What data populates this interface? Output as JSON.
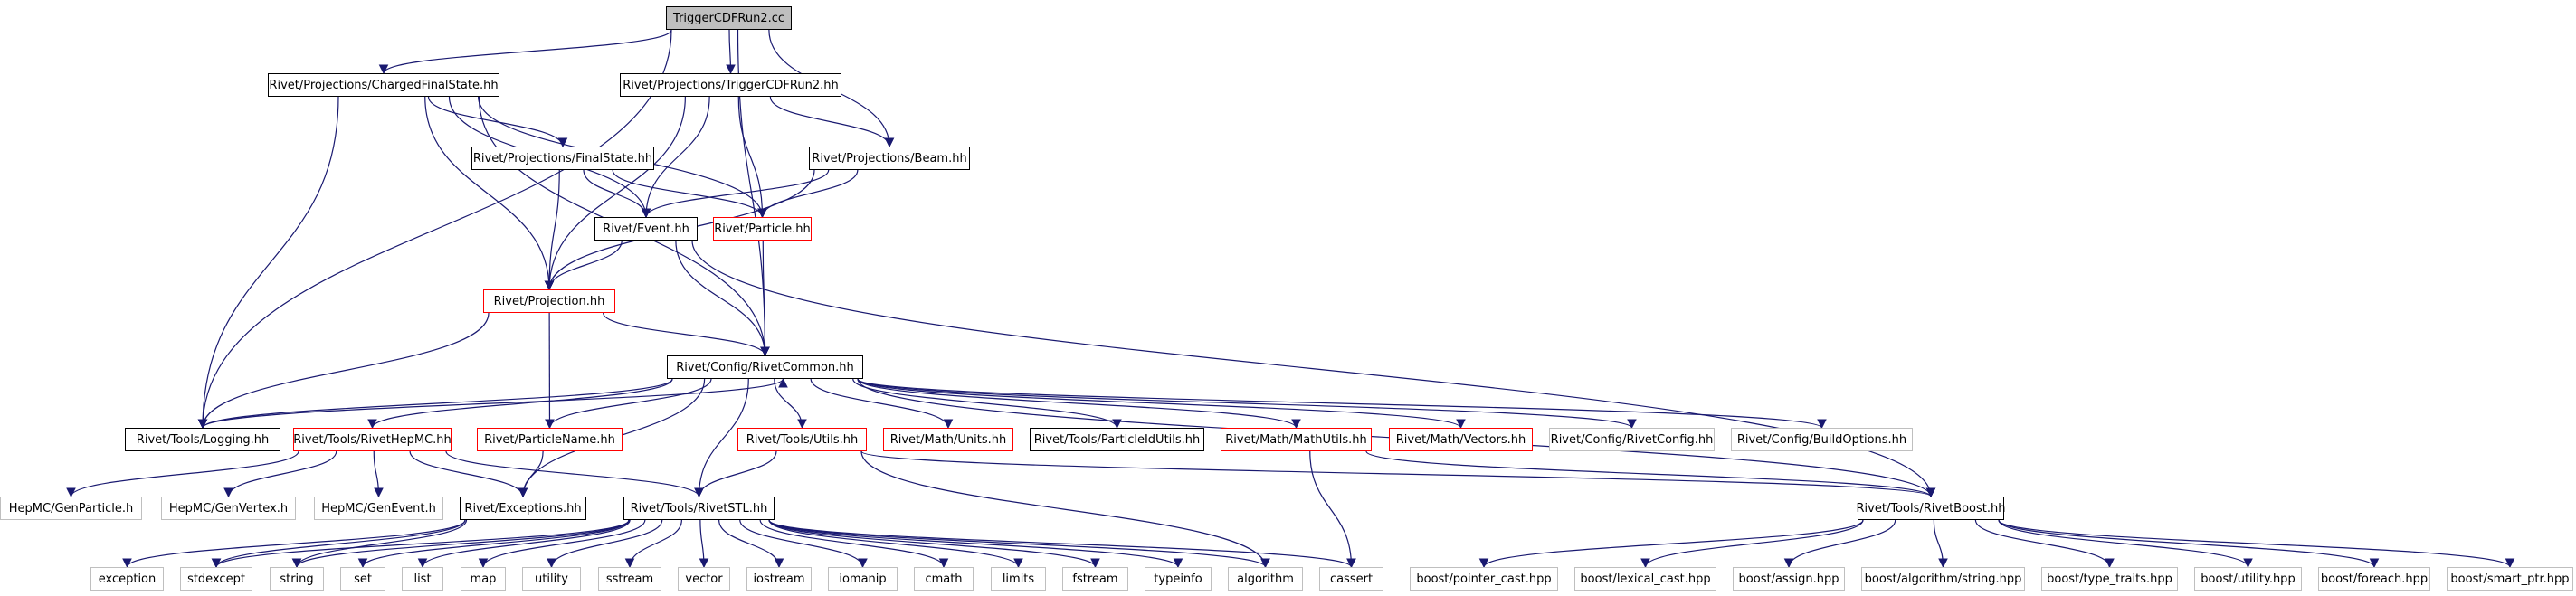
{
  "title": "TriggerCDFRun2.cc",
  "colors": {
    "edge": "#191970",
    "black": "#000000",
    "red": "#ff0000",
    "grey": "#bfbfbf",
    "root_fill": "#bfbfbf"
  },
  "nodes": [
    {
      "id": "root",
      "label": "TriggerCDFRun2.cc",
      "style": "root"
    },
    {
      "id": "cfs",
      "label": "Rivet/Projections/ChargedFinalState.hh",
      "style": "black"
    },
    {
      "id": "tcdf",
      "label": "Rivet/Projections/TriggerCDFRun2.hh",
      "style": "black"
    },
    {
      "id": "fs",
      "label": "Rivet/Projections/FinalState.hh",
      "style": "black"
    },
    {
      "id": "beam",
      "label": "Rivet/Projections/Beam.hh",
      "style": "black"
    },
    {
      "id": "event",
      "label": "Rivet/Event.hh",
      "style": "black"
    },
    {
      "id": "particle",
      "label": "Rivet/Particle.hh",
      "style": "red"
    },
    {
      "id": "proj",
      "label": "Rivet/Projection.hh",
      "style": "red"
    },
    {
      "id": "common",
      "label": "Rivet/Config/RivetCommon.hh",
      "style": "black"
    },
    {
      "id": "logging",
      "label": "Rivet/Tools/Logging.hh",
      "style": "black"
    },
    {
      "id": "hepmc",
      "label": "Rivet/Tools/RivetHepMC.hh",
      "style": "red"
    },
    {
      "id": "pname",
      "label": "Rivet/ParticleName.hh",
      "style": "red"
    },
    {
      "id": "utils",
      "label": "Rivet/Tools/Utils.hh",
      "style": "red"
    },
    {
      "id": "units",
      "label": "Rivet/Math/Units.hh",
      "style": "red"
    },
    {
      "id": "pidutils",
      "label": "Rivet/Tools/ParticleIdUtils.hh",
      "style": "black"
    },
    {
      "id": "mathutils",
      "label": "Rivet/Math/MathUtils.hh",
      "style": "red"
    },
    {
      "id": "vectors",
      "label": "Rivet/Math/Vectors.hh",
      "style": "red"
    },
    {
      "id": "rconfig",
      "label": "Rivet/Config/RivetConfig.hh",
      "style": "grey"
    },
    {
      "id": "bopts",
      "label": "Rivet/Config/BuildOptions.hh",
      "style": "grey"
    },
    {
      "id": "genparticle",
      "label": "HepMC/GenParticle.h",
      "style": "grey"
    },
    {
      "id": "genvertex",
      "label": "HepMC/GenVertex.h",
      "style": "grey"
    },
    {
      "id": "genevent",
      "label": "HepMC/GenEvent.h",
      "style": "grey"
    },
    {
      "id": "exceptions",
      "label": "Rivet/Exceptions.hh",
      "style": "black"
    },
    {
      "id": "stl",
      "label": "Rivet/Tools/RivetSTL.hh",
      "style": "black"
    },
    {
      "id": "boost",
      "label": "Rivet/Tools/RivetBoost.hh",
      "style": "black"
    },
    {
      "id": "exception",
      "label": "exception",
      "style": "grey"
    },
    {
      "id": "stdexcept",
      "label": "stdexcept",
      "style": "grey"
    },
    {
      "id": "string",
      "label": "string",
      "style": "grey"
    },
    {
      "id": "set",
      "label": "set",
      "style": "grey"
    },
    {
      "id": "list",
      "label": "list",
      "style": "grey"
    },
    {
      "id": "map",
      "label": "map",
      "style": "grey"
    },
    {
      "id": "utility",
      "label": "utility",
      "style": "grey"
    },
    {
      "id": "sstream",
      "label": "sstream",
      "style": "grey"
    },
    {
      "id": "vector",
      "label": "vector",
      "style": "grey"
    },
    {
      "id": "iostream",
      "label": "iostream",
      "style": "grey"
    },
    {
      "id": "iomanip",
      "label": "iomanip",
      "style": "grey"
    },
    {
      "id": "cmath",
      "label": "cmath",
      "style": "grey"
    },
    {
      "id": "limits",
      "label": "limits",
      "style": "grey"
    },
    {
      "id": "fstream",
      "label": "fstream",
      "style": "grey"
    },
    {
      "id": "typeinfo",
      "label": "typeinfo",
      "style": "grey"
    },
    {
      "id": "algorithm",
      "label": "algorithm",
      "style": "grey"
    },
    {
      "id": "cassert",
      "label": "cassert",
      "style": "grey"
    },
    {
      "id": "b_ptrcast",
      "label": "boost/pointer_cast.hpp",
      "style": "grey"
    },
    {
      "id": "b_lexcast",
      "label": "boost/lexical_cast.hpp",
      "style": "grey"
    },
    {
      "id": "b_assign",
      "label": "boost/assign.hpp",
      "style": "grey"
    },
    {
      "id": "b_algstr",
      "label": "boost/algorithm/string.hpp",
      "style": "grey"
    },
    {
      "id": "b_typetraits",
      "label": "boost/type_traits.hpp",
      "style": "grey"
    },
    {
      "id": "b_utility",
      "label": "boost/utility.hpp",
      "style": "grey"
    },
    {
      "id": "b_foreach",
      "label": "boost/foreach.hpp",
      "style": "grey"
    },
    {
      "id": "b_smartptr",
      "label": "boost/smart_ptr.hpp",
      "style": "grey"
    }
  ],
  "edges": [
    [
      "root",
      "cfs"
    ],
    [
      "root",
      "tcdf"
    ],
    [
      "root",
      "beam"
    ],
    [
      "root",
      "logging"
    ],
    [
      "root",
      "common"
    ],
    [
      "cfs",
      "fs"
    ],
    [
      "cfs",
      "event"
    ],
    [
      "cfs",
      "particle"
    ],
    [
      "cfs",
      "proj"
    ],
    [
      "cfs",
      "common"
    ],
    [
      "cfs",
      "logging"
    ],
    [
      "tcdf",
      "beam"
    ],
    [
      "tcdf",
      "event"
    ],
    [
      "tcdf",
      "particle"
    ],
    [
      "tcdf",
      "proj"
    ],
    [
      "fs",
      "event"
    ],
    [
      "fs",
      "particle"
    ],
    [
      "fs",
      "proj"
    ],
    [
      "beam",
      "event"
    ],
    [
      "beam",
      "particle"
    ],
    [
      "beam",
      "proj"
    ],
    [
      "event",
      "proj"
    ],
    [
      "event",
      "common"
    ],
    [
      "event",
      "boost"
    ],
    [
      "particle",
      "common"
    ],
    [
      "proj",
      "common"
    ],
    [
      "proj",
      "logging"
    ],
    [
      "proj",
      "pname"
    ],
    [
      "common",
      "logging"
    ],
    [
      "common",
      "hepmc"
    ],
    [
      "common",
      "pname"
    ],
    [
      "common",
      "utils"
    ],
    [
      "common",
      "units"
    ],
    [
      "common",
      "pidutils"
    ],
    [
      "common",
      "mathutils"
    ],
    [
      "common",
      "vectors"
    ],
    [
      "common",
      "rconfig"
    ],
    [
      "common",
      "bopts"
    ],
    [
      "common",
      "exceptions"
    ],
    [
      "common",
      "stl"
    ],
    [
      "common",
      "boost"
    ],
    [
      "logging",
      "common"
    ],
    [
      "hepmc",
      "genparticle"
    ],
    [
      "hepmc",
      "genvertex"
    ],
    [
      "hepmc",
      "genevent"
    ],
    [
      "hepmc",
      "stl"
    ],
    [
      "hepmc",
      "exceptions"
    ],
    [
      "pname",
      "exceptions"
    ],
    [
      "utils",
      "stl"
    ],
    [
      "utils",
      "boost"
    ],
    [
      "utils",
      "algorithm"
    ],
    [
      "mathutils",
      "boost"
    ],
    [
      "mathutils",
      "cassert"
    ],
    [
      "exceptions",
      "exception"
    ],
    [
      "exceptions",
      "stdexcept"
    ],
    [
      "exceptions",
      "string"
    ],
    [
      "stl",
      "stdexcept"
    ],
    [
      "stl",
      "string"
    ],
    [
      "stl",
      "set"
    ],
    [
      "stl",
      "list"
    ],
    [
      "stl",
      "map"
    ],
    [
      "stl",
      "utility"
    ],
    [
      "stl",
      "sstream"
    ],
    [
      "stl",
      "vector"
    ],
    [
      "stl",
      "iostream"
    ],
    [
      "stl",
      "iomanip"
    ],
    [
      "stl",
      "cmath"
    ],
    [
      "stl",
      "limits"
    ],
    [
      "stl",
      "fstream"
    ],
    [
      "stl",
      "typeinfo"
    ],
    [
      "stl",
      "algorithm"
    ],
    [
      "stl",
      "cassert"
    ],
    [
      "boost",
      "b_ptrcast"
    ],
    [
      "boost",
      "b_lexcast"
    ],
    [
      "boost",
      "b_assign"
    ],
    [
      "boost",
      "b_algstr"
    ],
    [
      "boost",
      "b_typetraits"
    ],
    [
      "boost",
      "b_utility"
    ],
    [
      "boost",
      "b_foreach"
    ],
    [
      "boost",
      "b_smartptr"
    ]
  ]
}
